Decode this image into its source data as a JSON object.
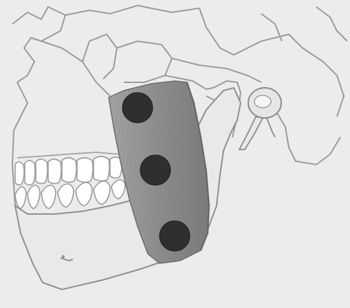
{
  "figure": {
    "subject": "masseter-muscle-on-skull",
    "colors": {
      "background": "#ececec",
      "bone_fill": "#e9e9e9",
      "bone_outline": "#8a8a8a",
      "muscle_fill": "#8f8f8f",
      "muscle_dark": "#6f6f6f",
      "marker_fill": "#2f2f2f",
      "tooth_fill": "#ffffff"
    },
    "markers": [
      {
        "id": "upper-marker"
      },
      {
        "id": "middle-marker"
      },
      {
        "id": "lower-marker"
      }
    ]
  }
}
